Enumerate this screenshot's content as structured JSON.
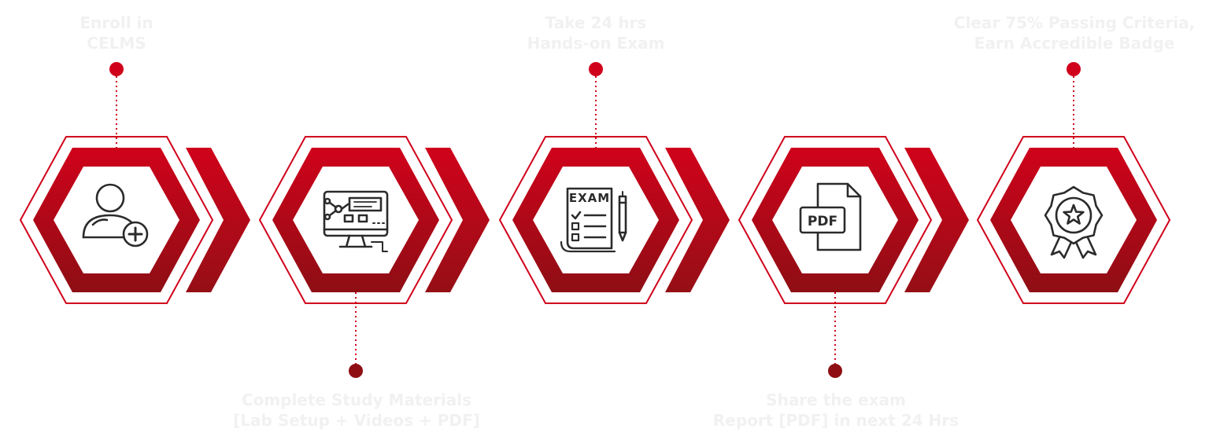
{
  "colors": {
    "red": "#d0021b",
    "dark_red": "#8e0e14",
    "label_text": "#f1f1f1",
    "icon_stroke": "#2b2b2b"
  },
  "steps": [
    {
      "line1": "Enroll in",
      "line2": "CELMS",
      "icon": "add-user-icon",
      "label_position": "top"
    },
    {
      "line1": "Complete Study Materials",
      "line2": "[Lab Setup + Videos + PDF]",
      "icon": "computer-network-icon",
      "label_position": "bottom"
    },
    {
      "line1": "Take 24 hrs",
      "line2": "Hands-on Exam",
      "icon": "exam-sheet-icon",
      "label_position": "top",
      "icon_text": "EXAM"
    },
    {
      "line1": "Share the exam",
      "line2": "Report [PDF] in next 24 Hrs",
      "icon": "pdf-file-icon",
      "label_position": "bottom",
      "icon_text": "PDF"
    },
    {
      "line1": "Clear 75% Passing Criteria,",
      "line2": "Earn Accredible Badge",
      "icon": "award-badge-icon",
      "label_position": "top"
    }
  ]
}
